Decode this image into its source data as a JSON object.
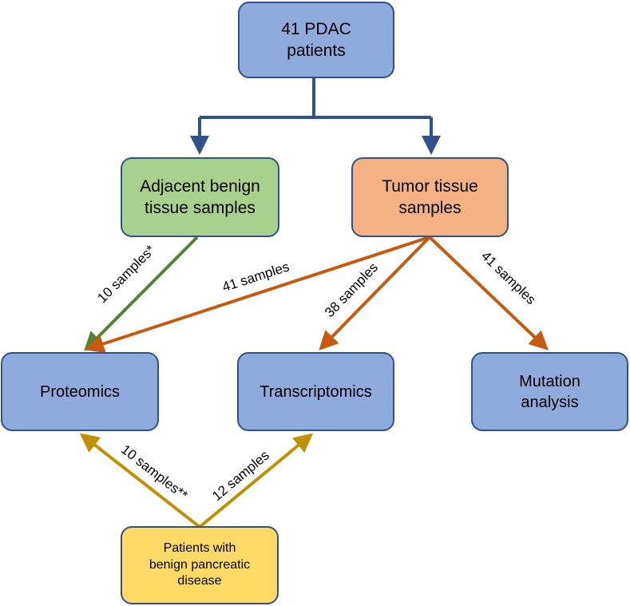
{
  "nodes": {
    "root": "41 PDAC\npatients",
    "benign": "Adjacent benign\ntissue samples",
    "tumor": "Tumor tissue\nsamples",
    "proteomics": "Proteomics",
    "transcriptomics": "Transcriptomics",
    "mutation": "Mutation\nanalysis",
    "patients": "Patients with\nbenign pancreatic\ndisease"
  },
  "edges": {
    "benign_to_proteomics": "10 samples*",
    "tumor_to_proteomics": "41 samples",
    "tumor_to_transcriptomics": "38 samples",
    "tumor_to_mutation": "41 samples",
    "patients_to_proteomics": "10 samples**",
    "patients_to_transcriptomics": "12 samples"
  },
  "colors": {
    "process": "#8faadc",
    "benign": "#a9d18e",
    "tumor": "#f4b183",
    "patients": "#ffd966",
    "root_arrow": "#2f528f",
    "green_arrow": "#548235",
    "orange_arrow": "#c55a11",
    "gold_arrow": "#bf9000"
  }
}
